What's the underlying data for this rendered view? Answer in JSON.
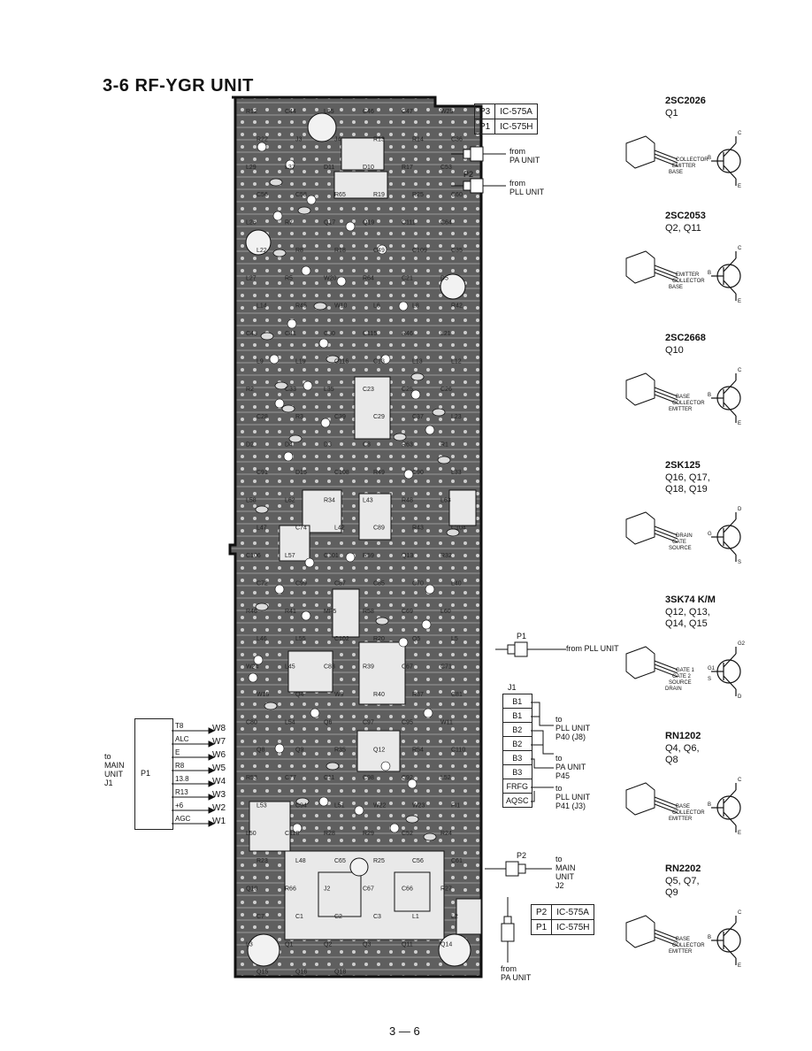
{
  "title": "3-6 RF-YGR UNIT",
  "page_number": "3 — 6",
  "top_table": {
    "rows": [
      {
        "conn": "P3",
        "model": "IC-575A"
      },
      {
        "conn": "P1",
        "model": "IC-575H"
      }
    ]
  },
  "bottom_table": {
    "rows": [
      {
        "conn": "P2",
        "model": "IC-575A"
      },
      {
        "conn": "P1",
        "model": "IC-575H"
      }
    ]
  },
  "connections": {
    "from_pa_top": "from\nPA UNIT",
    "p2_label": "P2",
    "from_pll_top": "from\nPLL UNIT",
    "p1_mid_label": "P1",
    "from_pll_mid": "from PLL UNIT",
    "p2_bottom_label": "P2",
    "to_main_j2": "to\nMAIN\nUNIT\nJ2",
    "from_pa_bottom": "from\nPA UNIT"
  },
  "j1": {
    "label": "J1",
    "pins": [
      "B1",
      "B1",
      "B2",
      "B2",
      "B3",
      "B3",
      "FRFG",
      "AQSC"
    ],
    "dest_pll": "to\nPLL UNIT\nP40 (J8)",
    "dest_pa": "to\nPA UNIT\nP45",
    "dest_pll2": "to\nPLL UNIT\nP41 (J3)"
  },
  "p1_connector": {
    "label": "P1",
    "to_label": "to\nMAIN\nUNIT\nJ1",
    "pins": [
      {
        "signal": "T8",
        "wire": "W8"
      },
      {
        "signal": "ALC",
        "wire": "W7"
      },
      {
        "signal": "E",
        "wire": "W6"
      },
      {
        "signal": "R8",
        "wire": "W5"
      },
      {
        "signal": "13.8",
        "wire": "W4"
      },
      {
        "signal": "R13",
        "wire": "W3"
      },
      {
        "signal": "+6",
        "wire": "W2"
      },
      {
        "signal": "AGC",
        "wire": "W1"
      }
    ]
  },
  "transistors": [
    {
      "name": "2SC2026",
      "pos": "Q1",
      "pins": [
        "COLLECTOR",
        "EMITTER",
        "BASE"
      ],
      "symbol": [
        "B",
        "C",
        "E"
      ]
    },
    {
      "name": "2SC2053",
      "pos": "Q2, Q11",
      "pins": [
        "EMITTER",
        "COLLECTOR",
        "BASE"
      ],
      "symbol": [
        "B",
        "C",
        "E"
      ]
    },
    {
      "name": "2SC2668",
      "pos": "Q10",
      "pins": [
        "BASE",
        "COLLECTOR",
        "EMITTER"
      ],
      "symbol": [
        "B",
        "C",
        "E"
      ]
    },
    {
      "name": "2SK125",
      "pos": "Q16, Q17,\nQ18, Q19",
      "pins": [
        "DRAIN",
        "GATE",
        "SOURCE"
      ],
      "symbol": [
        "G",
        "D",
        "S"
      ]
    },
    {
      "name": "3SK74 K/M",
      "pos": "Q12, Q13,\nQ14, Q15",
      "pins": [
        "GATE 1",
        "GATE 2",
        "SOURCE",
        "DRAIN"
      ],
      "symbol": [
        "G1",
        "G2",
        "D",
        "S"
      ]
    },
    {
      "name": "RN1202",
      "pos": "Q4, Q6,\nQ8",
      "pins": [
        "BASE",
        "COLLECTOR",
        "EMITTER"
      ],
      "symbol": [
        "B",
        "C",
        "E"
      ]
    },
    {
      "name": "RN2202",
      "pos": "Q5, Q7,\nQ9",
      "pins": [
        "BASE",
        "COLLECTOR",
        "EMITTER"
      ],
      "symbol": [
        "B",
        "C",
        "E"
      ]
    }
  ],
  "board_labels": [
    "R12",
    "C44",
    "L55",
    "C46",
    "C47",
    "W25",
    "R22",
    "J3",
    "J4",
    "R13",
    "R14",
    "C36",
    "L29",
    "L37",
    "D11",
    "D10",
    "R17",
    "C53",
    "C56",
    "C58",
    "R65",
    "R19",
    "R25",
    "C60",
    "L26",
    "R7",
    "Q17",
    "Q19",
    "C111",
    "C64",
    "L22",
    "R8",
    "R18",
    "C49",
    "C109",
    "C35",
    "L27",
    "R5",
    "W20",
    "R64",
    "C21",
    "D5",
    "L14",
    "R45",
    "W10",
    "L6",
    "L8",
    "R42",
    "C43",
    "C41",
    "C30",
    "C115",
    "R46",
    "L21",
    "L9",
    "L19",
    "C116",
    "C13",
    "L13",
    "L12",
    "R2",
    "C33",
    "L35",
    "C23",
    "C25",
    "C26",
    "C28",
    "R3",
    "C39",
    "C29",
    "C37",
    "L23",
    "D2",
    "D4",
    "D3",
    "C8",
    "R63",
    "R1",
    "C91",
    "D15",
    "C108",
    "R49",
    "C90",
    "L33",
    "L58",
    "L62",
    "R34",
    "L43",
    "R48",
    "L63",
    "L47",
    "C74",
    "L42",
    "C89",
    "R43",
    "C104",
    "C106",
    "L57",
    "C101",
    "R59",
    "Q13",
    "R32",
    "C72",
    "C99",
    "C87",
    "C85",
    "C70",
    "L40",
    "R46",
    "R41",
    "MP5",
    "R58",
    "C69",
    "L60",
    "L46",
    "L55",
    "C102",
    "R20",
    "Q5",
    "L5",
    "W24",
    "L45",
    "C83",
    "R39",
    "C67",
    "C71",
    "W15",
    "Q4",
    "W9",
    "R40",
    "R37",
    "C81",
    "C80",
    "L54",
    "Q6",
    "C97",
    "C95",
    "W11",
    "Q8",
    "Q9",
    "R35",
    "Q12",
    "R54",
    "C110",
    "R53",
    "C77",
    "C11",
    "C98",
    "C92",
    "L52",
    "L53",
    "C94",
    "L51",
    "W22",
    "W23",
    "FI1",
    "L50",
    "C118",
    "R28",
    "R29",
    "C52",
    "R24",
    "R23",
    "L48",
    "C65",
    "R25",
    "C56",
    "C61",
    "Q10",
    "R66",
    "J2",
    "C67",
    "C66",
    "R27",
    "C7",
    "C1",
    "C2",
    "C3",
    "L1",
    "L2",
    "L3",
    "Q1",
    "Q2",
    "Q3",
    "Q11",
    "Q14",
    "Q15",
    "Q16",
    "Q18"
  ]
}
